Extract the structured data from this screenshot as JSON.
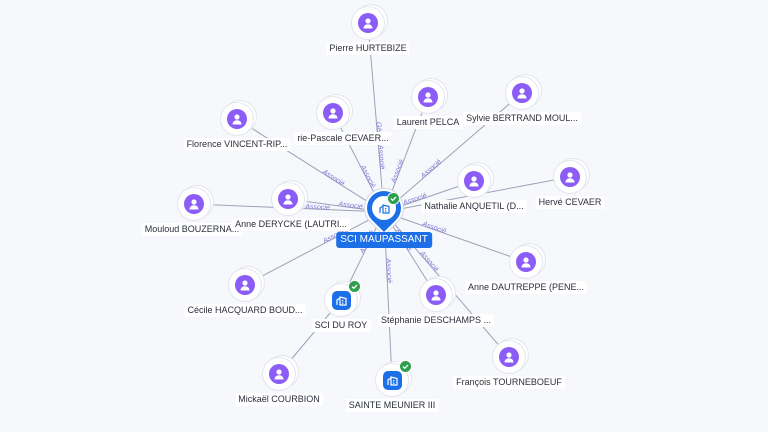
{
  "colors": {
    "person": "#8b5cf6",
    "company": "#1d6fe8",
    "edge": "#9aa3b8",
    "edge_label": "#7c72d6",
    "verified": "#2e9e4f"
  },
  "center": {
    "name": "SCI MAUPASSANT",
    "icon": "building-icon",
    "verified": true
  },
  "nodes": [
    {
      "id": "pierre",
      "name": "Pierre HURTEBIZE",
      "type": "person"
    },
    {
      "id": "marie",
      "name": "rie-Pascale CEVAER...",
      "type": "person"
    },
    {
      "id": "laurent",
      "name": "Laurent PELCA",
      "type": "person"
    },
    {
      "id": "sylvie",
      "name": "Sylvie BERTRAND MOUL...",
      "type": "person"
    },
    {
      "id": "florence",
      "name": "Florence VINCENT-RIP...",
      "type": "person"
    },
    {
      "id": "nathalie",
      "name": "Nathalie ANQUETIL (D...",
      "type": "person"
    },
    {
      "id": "herve",
      "name": "Hervé CEVAER",
      "type": "person"
    },
    {
      "id": "mouloud",
      "name": "Mouloud BOUZERNA...",
      "type": "person"
    },
    {
      "id": "anne-d",
      "name": "Anne DERYCKE (LAUTRI...",
      "type": "person"
    },
    {
      "id": "anne-p",
      "name": "Anne DAUTREPPE (PENE...",
      "type": "person"
    },
    {
      "id": "cecile",
      "name": "Cécile HACQUARD BOUD...",
      "type": "person"
    },
    {
      "id": "sciduroy",
      "name": "SCI DU ROY",
      "type": "company",
      "verified": true
    },
    {
      "id": "stephanie",
      "name": "Stéphanie DESCHAMPS ...",
      "type": "person"
    },
    {
      "id": "francois",
      "name": "François TOURNEBOEUF",
      "type": "person"
    },
    {
      "id": "mickael",
      "name": "Mickaël COURBION",
      "type": "person"
    },
    {
      "id": "sainte",
      "name": "SAINTE MEUNIER III",
      "type": "company",
      "verified": true
    }
  ],
  "edges": [
    {
      "from": "center",
      "to": "pierre",
      "label": "Gérant Associé"
    },
    {
      "from": "center",
      "to": "marie",
      "label": "Associé"
    },
    {
      "from": "center",
      "to": "laurent",
      "label": "Associé"
    },
    {
      "from": "center",
      "to": "sylvie",
      "label": "Associé"
    },
    {
      "from": "center",
      "to": "florence",
      "label": "Associé"
    },
    {
      "from": "center",
      "to": "nathalie",
      "label": "Associé"
    },
    {
      "from": "center",
      "to": "herve",
      "label": ""
    },
    {
      "from": "center",
      "to": "mouloud",
      "label": "Associé"
    },
    {
      "from": "center",
      "to": "anne-d",
      "label": "Associé"
    },
    {
      "from": "center",
      "to": "anne-p",
      "label": "Associé"
    },
    {
      "from": "center",
      "to": "cecile",
      "label": "Associé"
    },
    {
      "from": "center",
      "to": "sciduroy",
      "label": "Associé"
    },
    {
      "from": "center",
      "to": "stephanie",
      "label": "Associé"
    },
    {
      "from": "center",
      "to": "francois",
      "label": "Associé"
    },
    {
      "from": "center",
      "to": "sainte",
      "label": "Associé"
    },
    {
      "from": "sciduroy",
      "to": "mickael",
      "label": ""
    }
  ]
}
